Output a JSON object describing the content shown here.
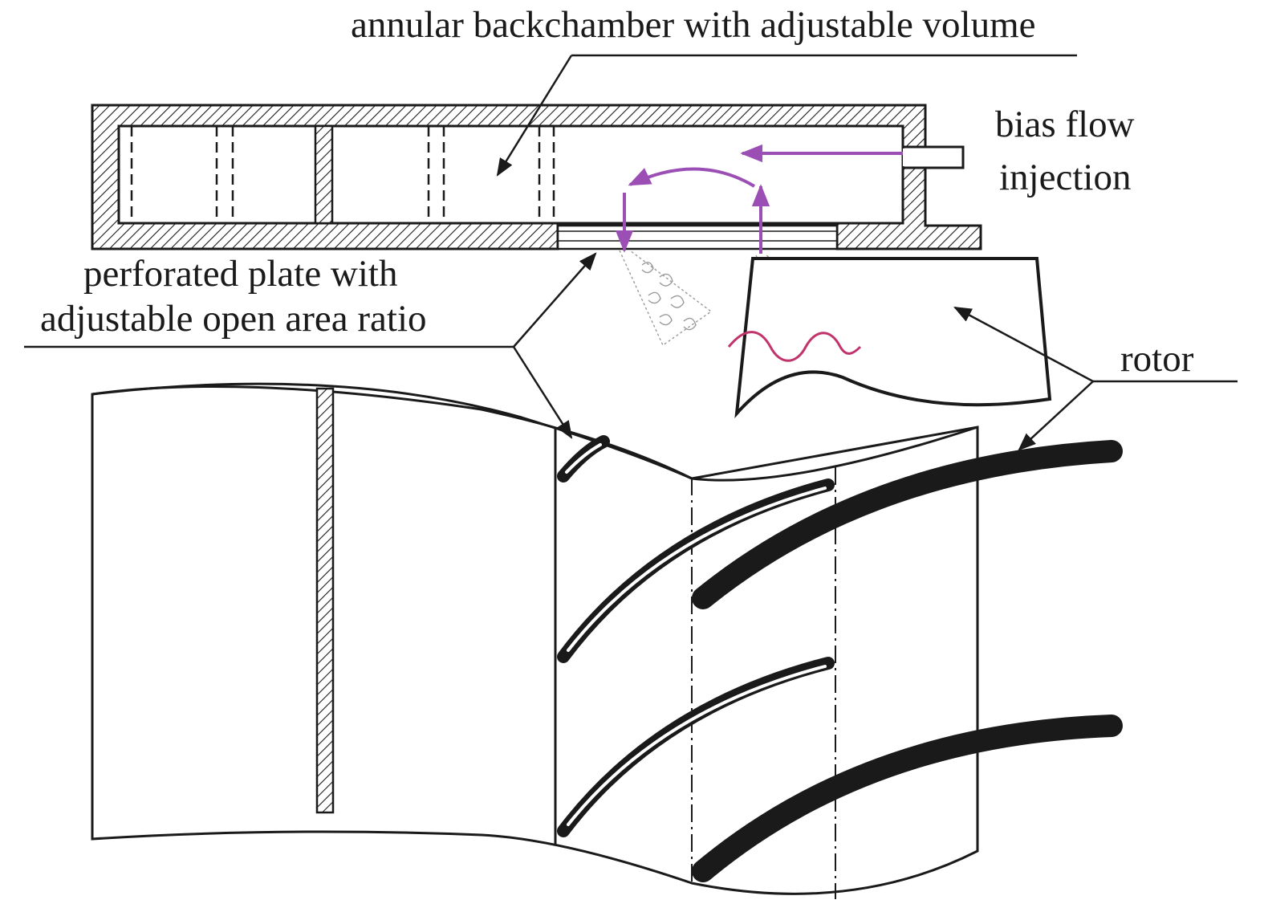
{
  "labels": {
    "backchamber": "annular backchamber with adjustable volume",
    "bias_line1": "bias flow",
    "bias_line2": "injection",
    "plate_line1": "perforated plate with",
    "plate_line2": "adjustable open area ratio",
    "rotor": "rotor"
  },
  "colors": {
    "line": "#1a1a1a",
    "flow_arrow": "#9b4fb5",
    "acoustic_wave": "#c0336b",
    "vortex": "#9a9a9a"
  }
}
